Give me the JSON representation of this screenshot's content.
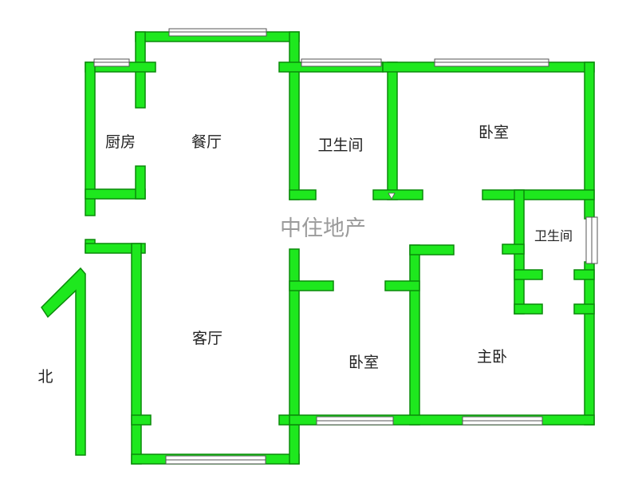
{
  "rooms": {
    "kitchen": "厨房",
    "dining": "餐厅",
    "bathroom_top": "卫生间",
    "bedroom_top": "卧室",
    "bathroom_right": "卫生间",
    "living": "客厅",
    "bedroom_bottom": "卧室",
    "master_bedroom": "主卧"
  },
  "watermark": "中住地产",
  "north_label": "北",
  "colors": {
    "wall": "#1ee81e",
    "wall_outline": "#0a8a0a",
    "background": "#ffffff"
  }
}
